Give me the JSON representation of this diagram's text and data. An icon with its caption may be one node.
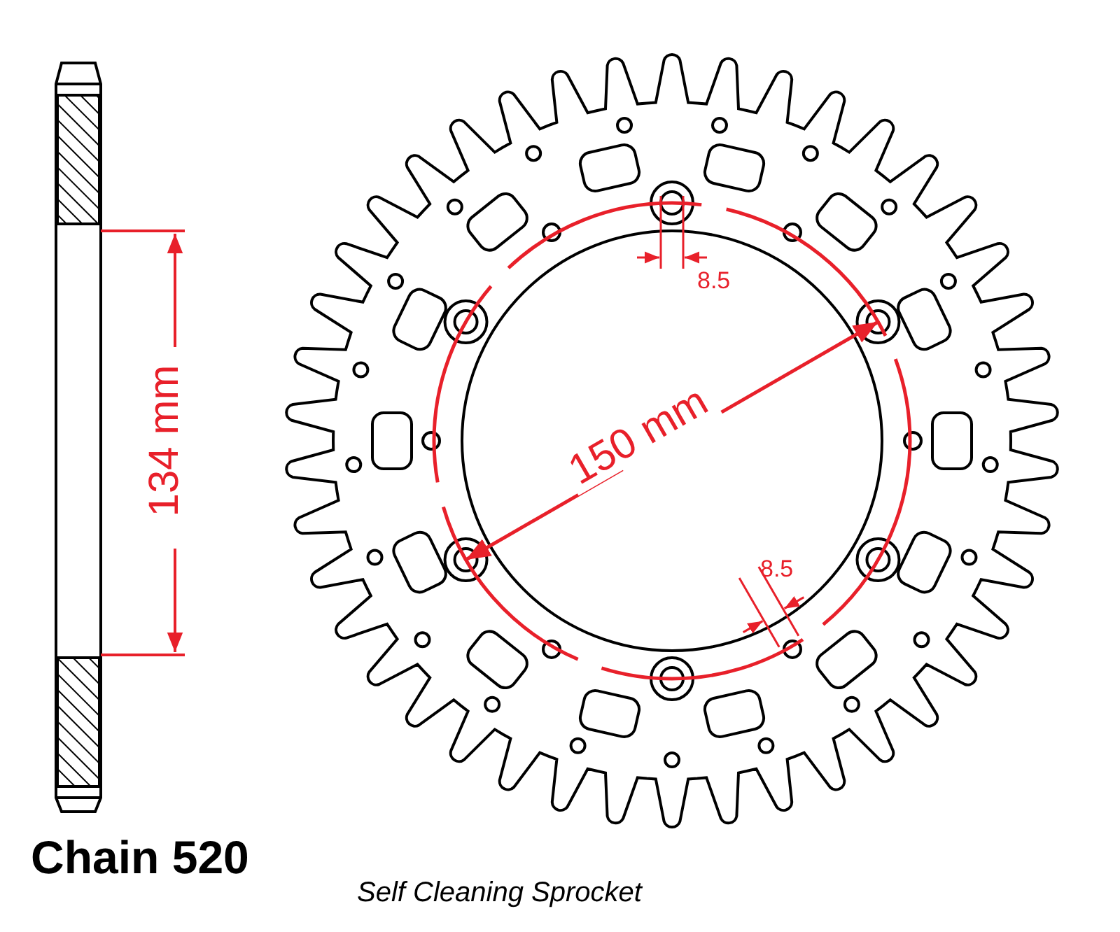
{
  "diagram": {
    "labels": [
      "134 mm",
      "150 mm",
      "8.5",
      "8.5",
      "Chain 520",
      "Self Cleaning Sprocket"
    ]
  }
}
